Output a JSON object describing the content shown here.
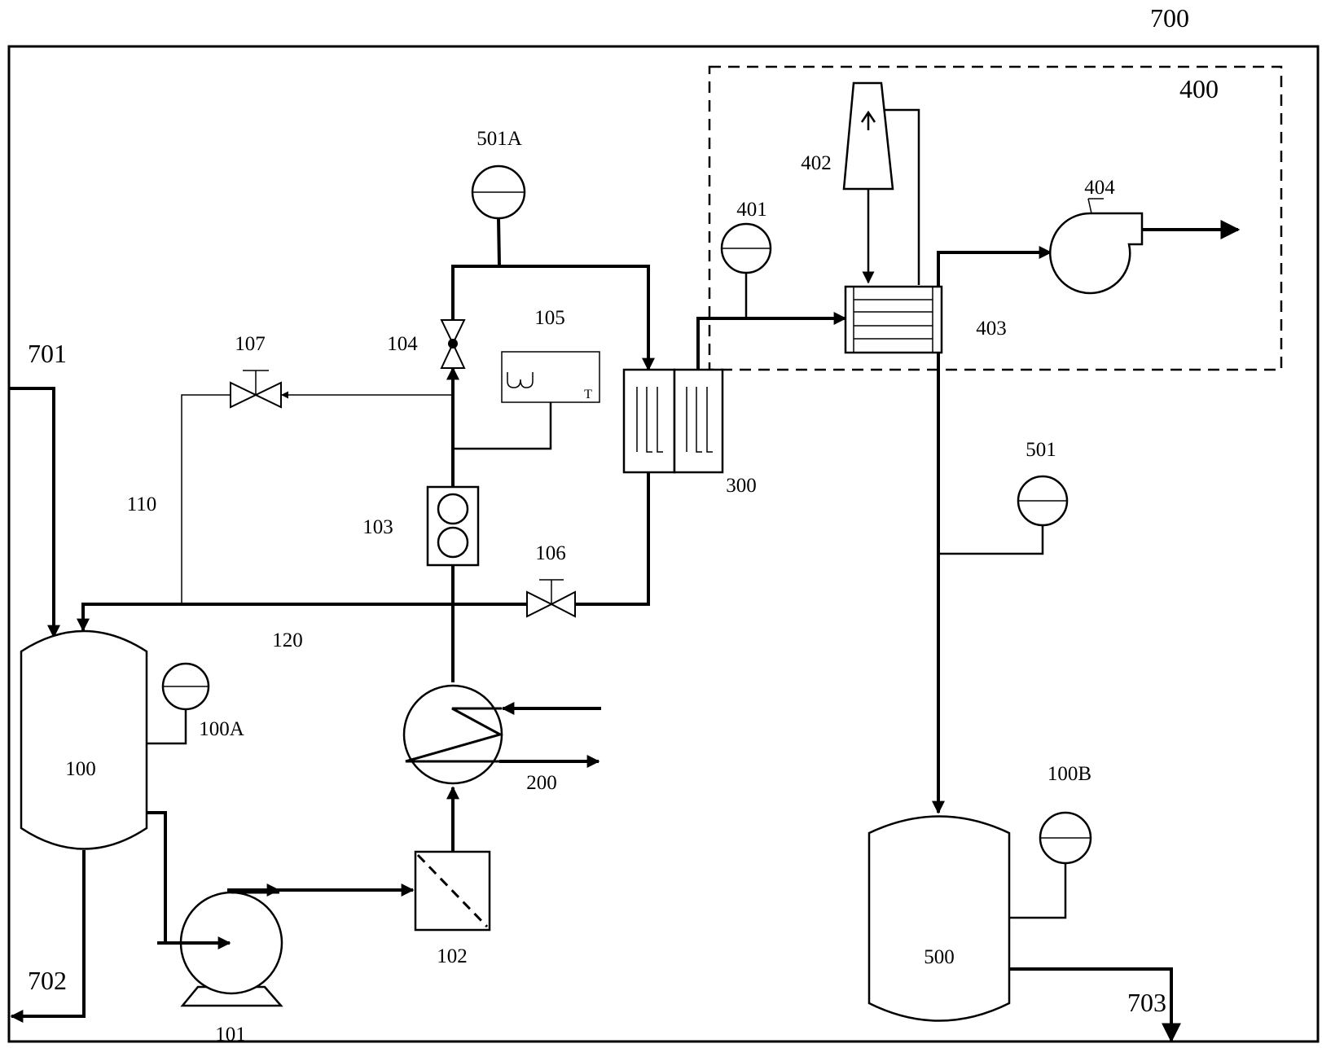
{
  "labels": {
    "system": "700",
    "module": "400",
    "feed_in": "701",
    "bottom_out": "702",
    "product_out": "703",
    "feed_tank": "100",
    "feed_tank_gauge": "100A",
    "pump": "101",
    "filter": "102",
    "flow_meter": "103",
    "valve_104": "104",
    "heater_105": "105",
    "valve_106": "106",
    "valve_107": "107",
    "line_110": "110",
    "line_120": "120",
    "heat_exchanger": "200",
    "reactor": "300",
    "gauge_401": "401",
    "tower_402": "402",
    "condenser_403": "403",
    "blower_404": "404",
    "product_tank": "500",
    "gauge_501": "501",
    "gauge_501a": "501A",
    "product_tank_gauge": "100B",
    "heater_mark": "T"
  }
}
